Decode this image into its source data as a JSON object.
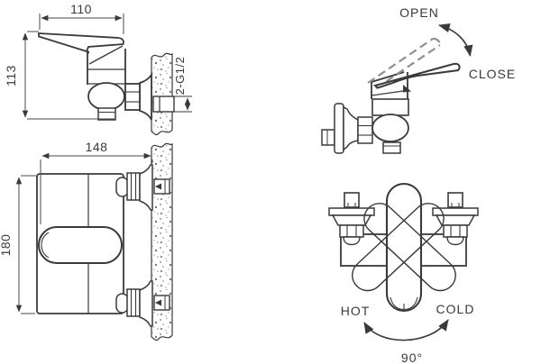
{
  "drawing": {
    "title": "shower-mixer-installation-diagram",
    "colors": {
      "background": "#ffffff",
      "line": "#3a3a3a",
      "dashed_lever": "#8f8f8f",
      "wall_speckle": "#8f8f8f"
    },
    "side_view": {
      "width_label": "110",
      "height_label": "113",
      "thread_label": "2-G1/2"
    },
    "front_view": {
      "width_label": "148",
      "height_label": "180"
    },
    "operation": {
      "open_label": "OPEN",
      "close_label": "CLOSE"
    },
    "rotation": {
      "hot_label": "HOT",
      "cold_label": "COLD",
      "angle_label": "90°"
    }
  }
}
